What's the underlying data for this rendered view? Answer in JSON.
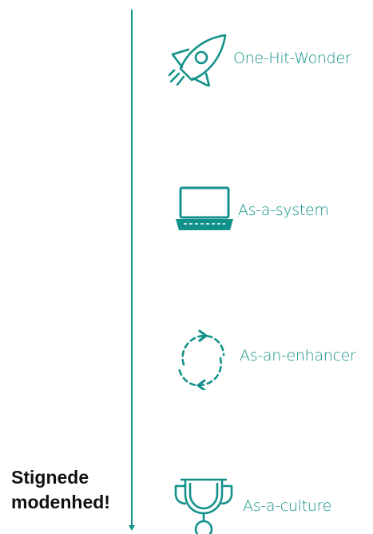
{
  "colors": {
    "accent": "#12918a",
    "note_text": "#111111"
  },
  "stages": [
    {
      "label": "One-Hit-Wonder",
      "icon": "rocket-icon"
    },
    {
      "label": "As-a-system",
      "icon": "laptop-icon"
    },
    {
      "label": "As-an-enhancer",
      "icon": "refresh-cycle-icon"
    },
    {
      "label": "As-a-culture",
      "icon": "trophy-icon"
    }
  ],
  "side_note": {
    "line1": "Stignede",
    "line2": "modenhed!"
  }
}
